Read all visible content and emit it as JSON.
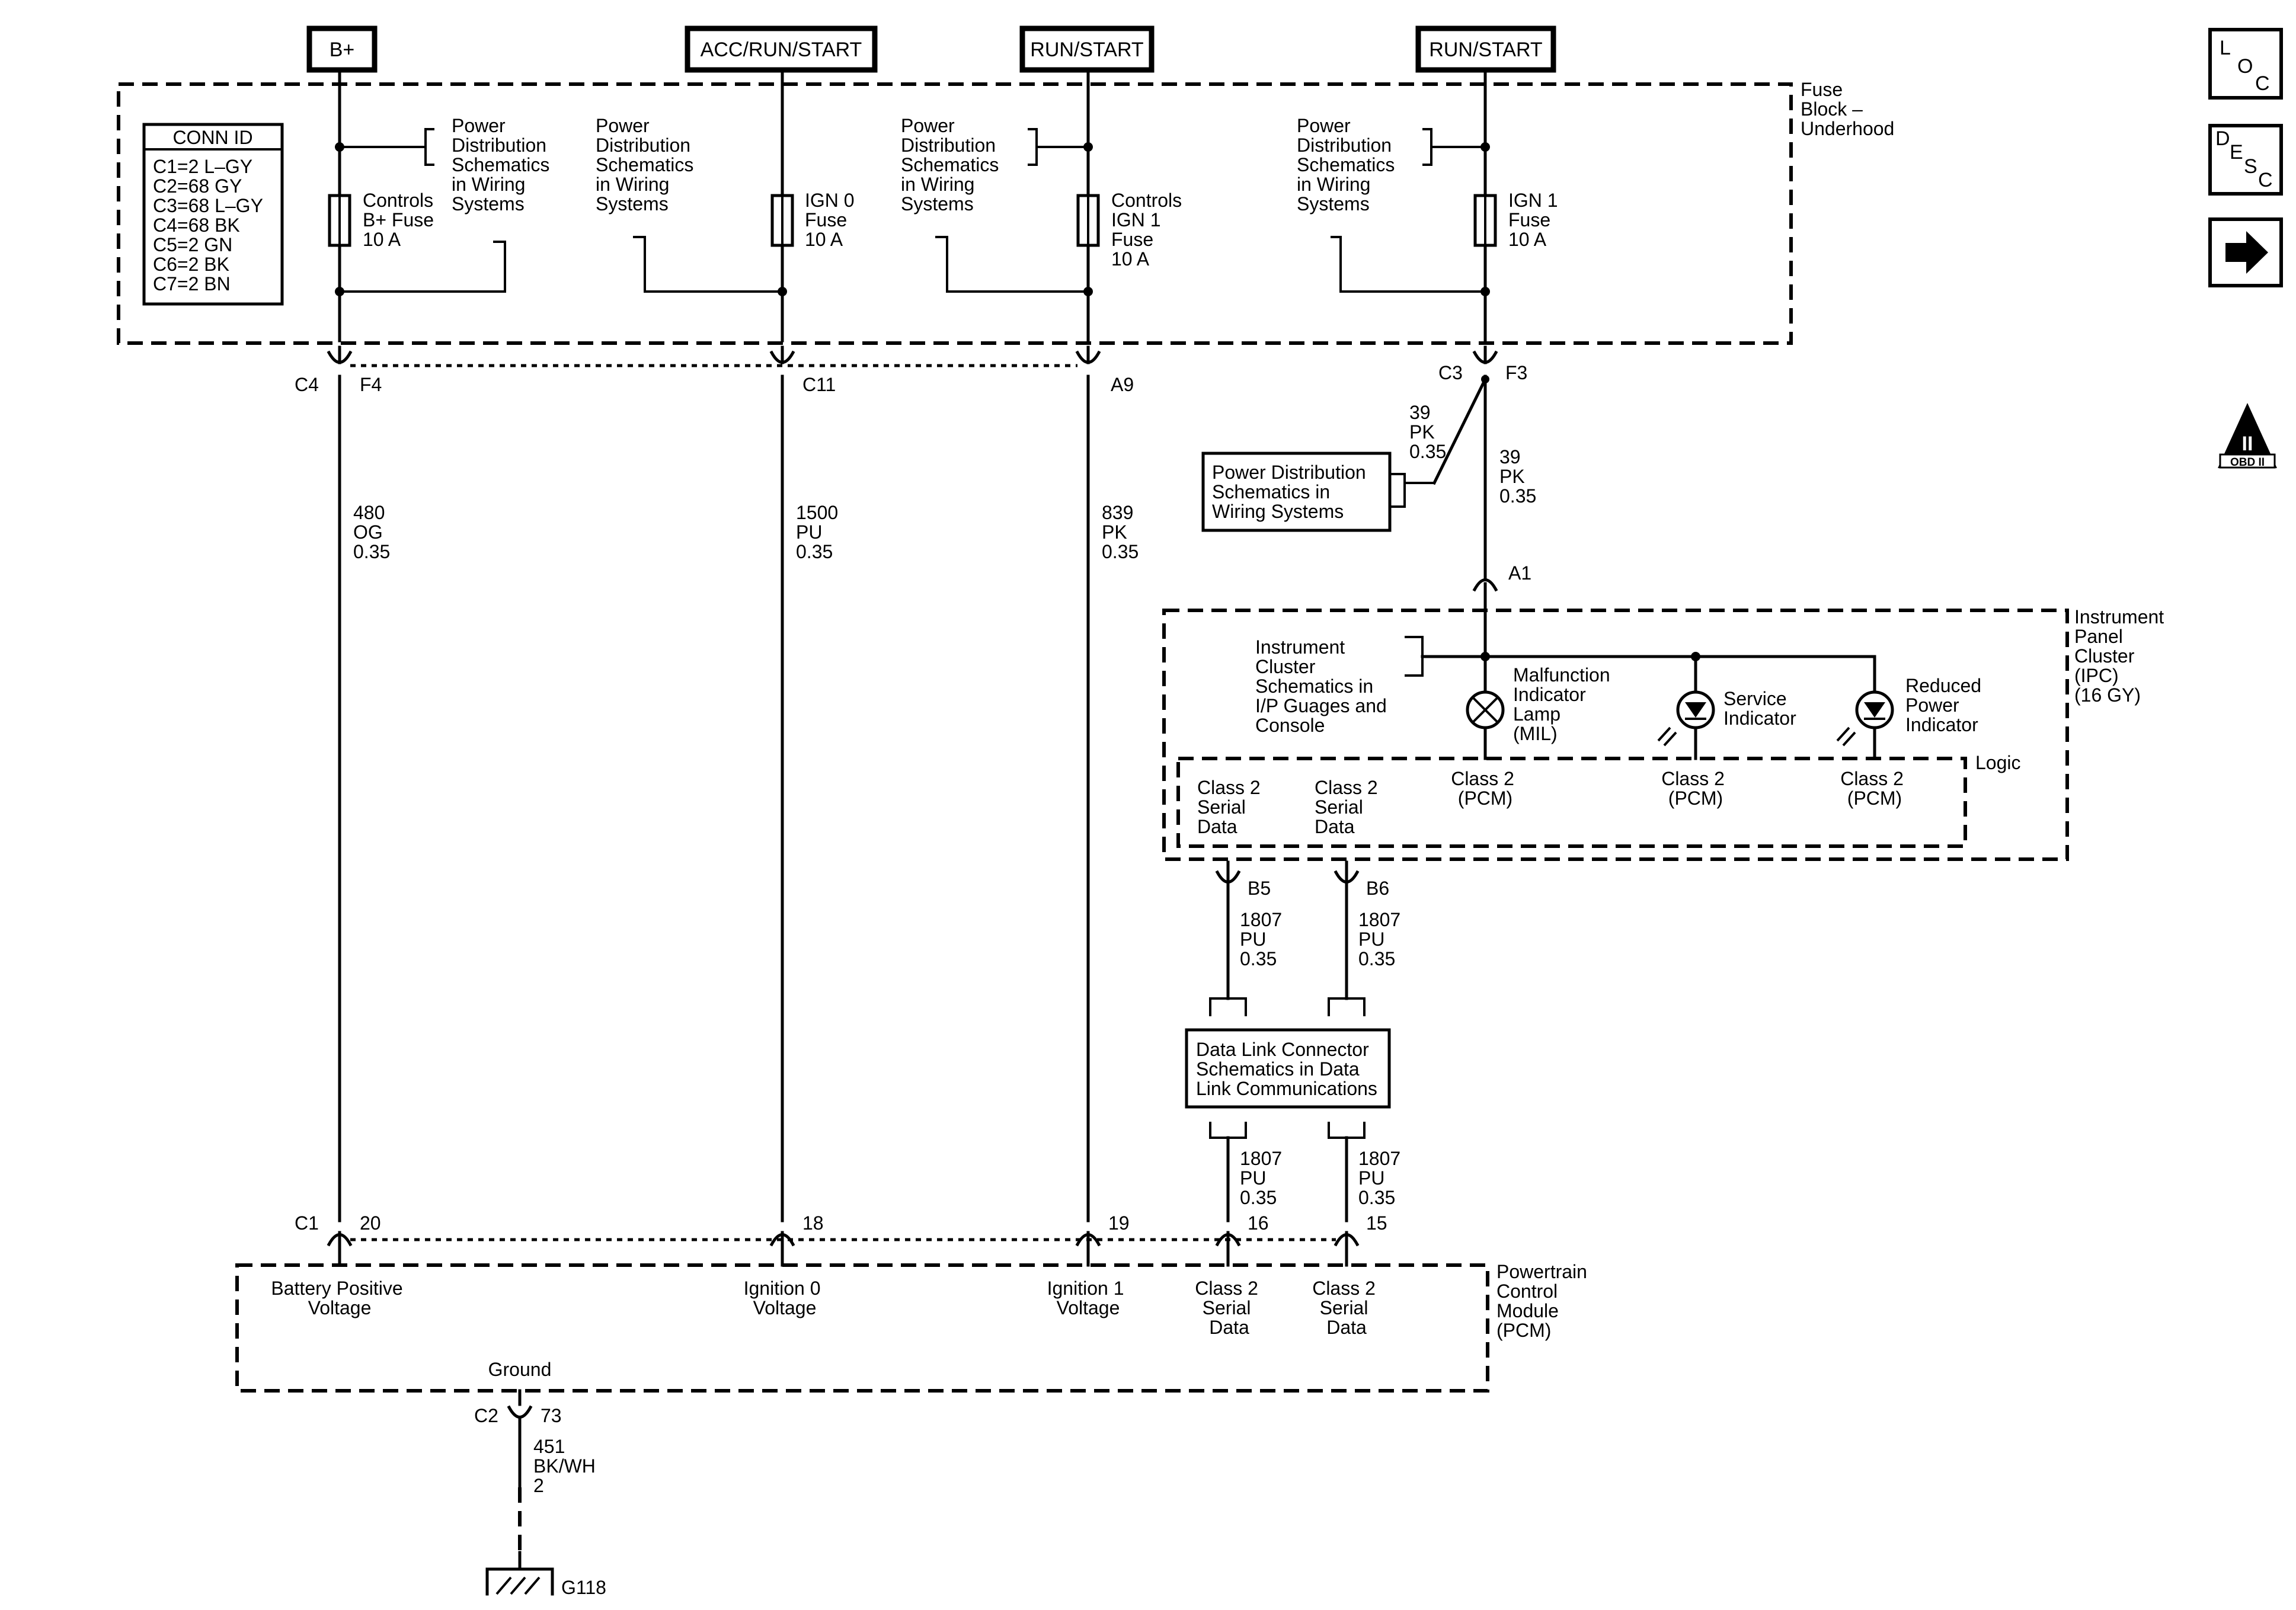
{
  "power_sources": [
    {
      "label": "B+"
    },
    {
      "label": "ACC/RUN/START"
    },
    {
      "label": "RUN/START"
    },
    {
      "label": "RUN/START"
    }
  ],
  "fuse_block": {
    "title": [
      "Fuse",
      "Block –",
      "Underhood"
    ],
    "conn_id": {
      "title": "CONN ID",
      "rows": [
        "C1=2 L–GY",
        "C2=68 GY",
        "C3=68 L–GY",
        "C4=68 BK",
        "C5=2 GN",
        "C6=2 BK",
        "C7=2 BN"
      ]
    },
    "refs": [
      [
        "Power",
        "Distribution",
        "Schematics",
        "in Wiring",
        "Systems"
      ],
      [
        "Power",
        "Distribution",
        "Schematics",
        "in Wiring",
        "Systems"
      ],
      [
        "Power",
        "Distribution",
        "Schematics",
        "in Wiring",
        "Systems"
      ],
      [
        "Power",
        "Distribution",
        "Schematics",
        "in Wiring",
        "Systems"
      ]
    ],
    "fuses": [
      [
        "Controls",
        "B+ Fuse",
        "10 A"
      ],
      [
        "IGN 0",
        "Fuse",
        "10 A"
      ],
      [
        "Controls",
        "IGN 1",
        "Fuse",
        "10 A"
      ],
      [
        "IGN 1",
        "Fuse",
        "10 A"
      ]
    ]
  },
  "connectors": {
    "c4": "C4",
    "f4": "F4",
    "c11": "C11",
    "a9": "A9",
    "c3": "C3",
    "f3": "F3",
    "a1": "A1",
    "b5": "B5",
    "b6": "B6",
    "c1": "C1",
    "p20": "20",
    "p18": "18",
    "p19": "19",
    "p16": "16",
    "p15": "15",
    "c2": "C2",
    "p73": "73"
  },
  "wires": {
    "w480": [
      "480",
      "OG",
      "0.35"
    ],
    "w1500": [
      "1500",
      "PU",
      "0.35"
    ],
    "w839": [
      "839",
      "PK",
      "0.35"
    ],
    "w39a": [
      "39",
      "PK",
      "0.35"
    ],
    "w39b": [
      "39",
      "PK",
      "0.35"
    ],
    "w1807a": [
      "1807",
      "PU",
      "0.35"
    ],
    "w1807b": [
      "1807",
      "PU",
      "0.35"
    ],
    "w1807c": [
      "1807",
      "PU",
      "0.35"
    ],
    "w1807d": [
      "1807",
      "PU",
      "0.35"
    ],
    "w451": [
      "451",
      "BK/WH",
      "2"
    ]
  },
  "power_dist_ref": [
    "Power Distribution",
    "Schematics in",
    "Wiring Systems"
  ],
  "ipc": {
    "title": [
      "Instrument",
      "Panel",
      "Cluster",
      "(IPC)",
      "(16 GY)"
    ],
    "ref": [
      "Instrument",
      "Cluster",
      "Schematics in",
      "I/P Guages and",
      "Console"
    ],
    "mil": [
      "Malfunction",
      "Indicator",
      "Lamp",
      "(MIL)"
    ],
    "service": [
      "Service",
      "Indicator"
    ],
    "reduced": [
      "Reduced",
      "Power",
      "Indicator"
    ],
    "logic": "Logic",
    "csd1": [
      "Class 2",
      "Serial",
      "Data"
    ],
    "csd2": [
      "Class 2",
      "Serial",
      "Data"
    ],
    "pcm1": [
      "Class 2",
      "(PCM)"
    ],
    "pcm2": [
      "Class 2",
      "(PCM)"
    ],
    "pcm3": [
      "Class 2",
      "(PCM)"
    ]
  },
  "dlc_ref": [
    "Data Link Connector",
    "Schematics in Data",
    "Link Communications"
  ],
  "pcm": {
    "title": [
      "Powertrain",
      "Control",
      "Module",
      "(PCM)"
    ],
    "bat": [
      "Battery Positive",
      "Voltage"
    ],
    "ign0": [
      "Ignition 0",
      "Voltage"
    ],
    "ign1": [
      "Ignition 1",
      "Voltage"
    ],
    "csd1": [
      "Class 2",
      "Serial",
      "Data"
    ],
    "csd2": [
      "Class 2",
      "Serial",
      "Data"
    ],
    "ground": "Ground"
  },
  "ground_label": "G118",
  "side_icons": {
    "loc": [
      "L",
      "O",
      "C"
    ],
    "desc": [
      "D",
      "E",
      "S",
      "C"
    ],
    "obd": [
      "II",
      "OBD II"
    ]
  }
}
